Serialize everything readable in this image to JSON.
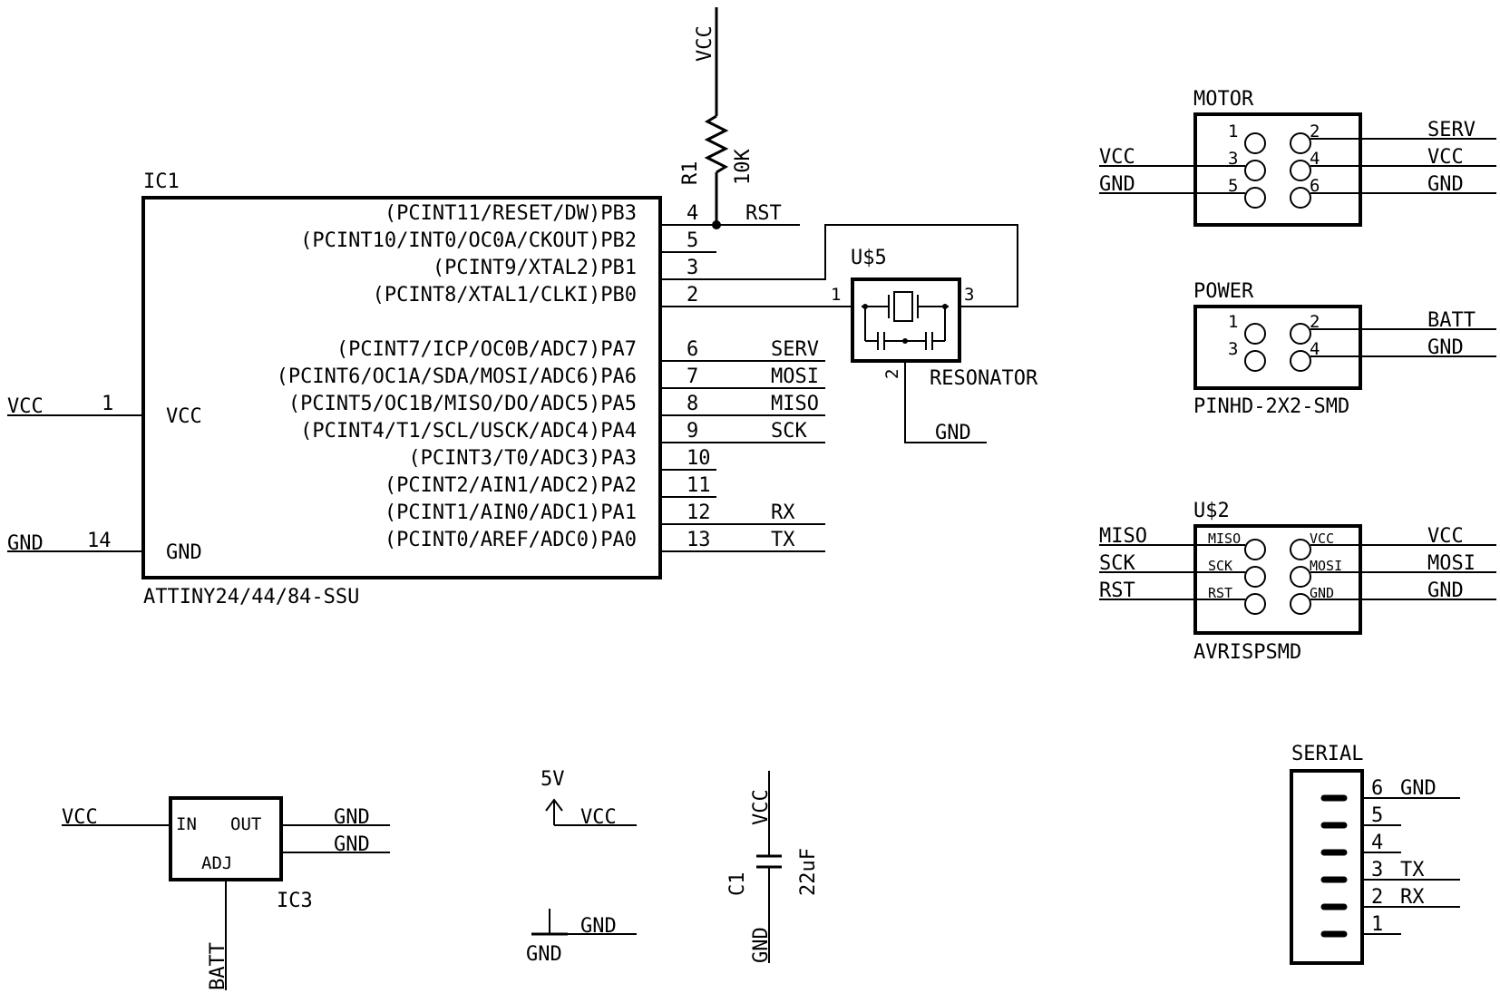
{
  "ic1": {
    "name": "IC1",
    "part": "ATTINY24/44/84-SSU",
    "vcc_inside": "VCC",
    "gnd_inside": "GND",
    "left_pins": [
      {
        "num": "1",
        "net": "VCC"
      },
      {
        "num": "14",
        "net": "GND"
      }
    ],
    "right_pins": [
      {
        "num": "4",
        "func": "(PCINT11/RESET/DW)PB3",
        "net": "RST"
      },
      {
        "num": "5",
        "func": "(PCINT10/INT0/OC0A/CKOUT)PB2",
        "net": ""
      },
      {
        "num": "3",
        "func": "(PCINT9/XTAL2)PB1",
        "net": ""
      },
      {
        "num": "2",
        "func": "(PCINT8/XTAL1/CLKI)PB0",
        "net": ""
      },
      {
        "num": "6",
        "func": "(PCINT7/ICP/OC0B/ADC7)PA7",
        "net": "SERV"
      },
      {
        "num": "7",
        "func": "(PCINT6/OC1A/SDA/MOSI/ADC6)PA6",
        "net": "MOSI"
      },
      {
        "num": "8",
        "func": "(PCINT5/OC1B/MISO/DO/ADC5)PA5",
        "net": "MISO"
      },
      {
        "num": "9",
        "func": "(PCINT4/T1/SCL/USCK/ADC4)PA4",
        "net": "SCK"
      },
      {
        "num": "10",
        "func": "(PCINT3/T0/ADC3)PA3",
        "net": ""
      },
      {
        "num": "11",
        "func": "(PCINT2/AIN1/ADC2)PA2",
        "net": ""
      },
      {
        "num": "12",
        "func": "(PCINT1/AIN0/ADC1)PA1",
        "net": "RX"
      },
      {
        "num": "13",
        "func": "(PCINT0/AREF/ADC0)PA0",
        "net": "TX"
      }
    ]
  },
  "r1": {
    "name": "R1",
    "value": "10K",
    "top_net": "VCC"
  },
  "resonator": {
    "name": "U$5",
    "part": "RESONATOR",
    "pin1": "1",
    "pin2": "2",
    "pin3": "3",
    "gnd_net": "GND"
  },
  "motor": {
    "name": "MOTOR",
    "pins": [
      "1",
      "2",
      "3",
      "4",
      "5",
      "6"
    ],
    "left_nets": [
      "VCC",
      "GND"
    ],
    "right_nets": [
      "SERV",
      "VCC",
      "GND"
    ]
  },
  "power": {
    "name": "POWER",
    "part": "PINHD-2X2-SMD",
    "pins": [
      "1",
      "2",
      "3",
      "4"
    ],
    "right_nets": [
      "BATT",
      "GND"
    ]
  },
  "isp": {
    "name": "U$2",
    "part": "AVRISPSMD",
    "inner_left": [
      "MISO",
      "SCK",
      "RST"
    ],
    "inner_right": [
      "VCC",
      "MOSI",
      "GND"
    ],
    "left_nets": [
      "MISO",
      "SCK",
      "RST"
    ],
    "right_nets": [
      "VCC",
      "MOSI",
      "GND"
    ]
  },
  "serial": {
    "name": "SERIAL",
    "pins": [
      "6",
      "5",
      "4",
      "3",
      "2",
      "1"
    ],
    "nets": [
      "GND",
      "",
      "",
      "TX",
      "RX",
      ""
    ]
  },
  "ic3": {
    "name": "IC3",
    "in_label": "IN",
    "out_label": "OUT",
    "adj_label": "ADJ",
    "in_net": "VCC",
    "out_nets": [
      "GND",
      "GND"
    ],
    "adj_net": "BATT"
  },
  "supply_5v": {
    "label": "5V",
    "net": "VCC"
  },
  "supply_gnd": {
    "label": "GND",
    "net": "GND"
  },
  "c1": {
    "name": "C1",
    "value": "22uF",
    "top_net": "VCC",
    "bottom_net": "GND"
  }
}
